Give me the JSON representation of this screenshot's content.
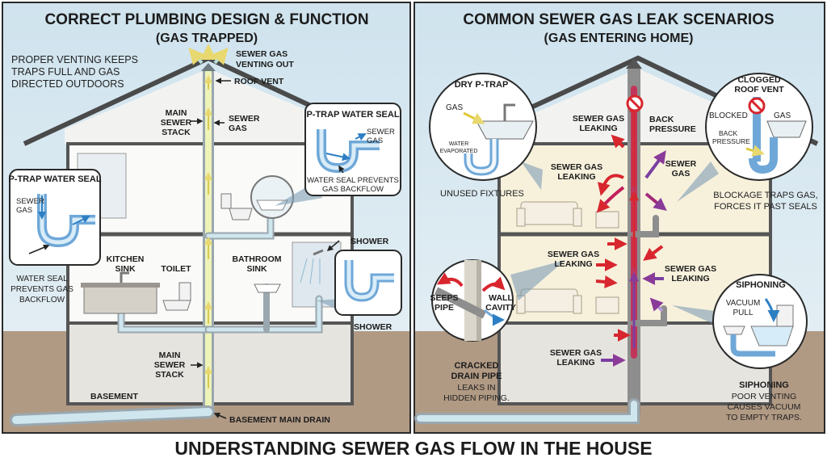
{
  "footer": {
    "title": "UNDERSTANDING SEWER GAS FLOW IN THE HOUSE"
  },
  "left": {
    "title": "CORRECT PLUMBING DESIGN & FUNCTION",
    "subtitle": "(GAS TRAPPED)",
    "intro": [
      "PROPER VENTING KEEPS",
      "TRAPS FULL AND GAS",
      "DIRECTED OUTDOORS"
    ],
    "vent_out": [
      "SEWER GAS",
      "VENTING OUT"
    ],
    "roof_vent": "ROOF VENT",
    "main_stack_top": [
      "MAIN",
      "SEWER",
      "STACK"
    ],
    "sewer_gas": [
      "SEWER",
      "GAS"
    ],
    "ptrap_right": {
      "title": "P-TRAP WATER SEAL",
      "gas": [
        "SEWER",
        "GAS"
      ],
      "caption": [
        "WATER SEAL PREVENTS",
        "GAS BACKFLOW"
      ]
    },
    "ptrap_left": {
      "title": "P-TRAP WATER SEAL",
      "gas": [
        "SEWER",
        "GAS"
      ],
      "caption": [
        "WATER SEAL",
        "PREVENTS GAS",
        "BACKFLOW"
      ]
    },
    "kitchen_sink": [
      "KITCHEN",
      "SINK"
    ],
    "toilet": "TOILET",
    "bathroom_sink": [
      "BATHROOM",
      "SINK"
    ],
    "shower_top": "SHOWER",
    "shower_bottom": "SHOWER",
    "main_stack_bottom": [
      "MAIN",
      "SEWER",
      "STACK"
    ],
    "basement": "BASEMENT",
    "basement_drain": "BASEMENT MAIN DRAIN"
  },
  "right": {
    "title": "COMMON SEWER GAS LEAK SCENARIOS",
    "subtitle": "(GAS ENTERING HOME)",
    "dry_ptrap": {
      "title": "DRY P-TRAP",
      "gas": "GAS",
      "water": [
        "WATER",
        "EVAPORATED"
      ],
      "caption": "UNUSED FIXTURES"
    },
    "back_pressure": [
      "BACK",
      "PRESSURE"
    ],
    "leaking_1": [
      "SEWER GAS",
      "LEAKING"
    ],
    "leaking_2": [
      "SEWER GAS",
      "LEAKING"
    ],
    "sewer_gas": [
      "SEWER",
      "GAS"
    ],
    "leaking_3": [
      "SEWER GAS",
      "LEAKING"
    ],
    "leaking_4": [
      "SEWER GAS",
      "LEAKING"
    ],
    "leaking_5": [
      "SEWER GAS",
      "LEAKING"
    ],
    "clogged_vent": {
      "title": [
        "CLOGGED",
        "ROOF VENT"
      ],
      "blocked": "BLOCKED",
      "gas": "GAS",
      "back": [
        "BACK",
        "PRESSURE"
      ],
      "caption": [
        "BLOCKAGE TRAPS GAS,",
        "FORCES IT PAST SEALS"
      ]
    },
    "cracked": {
      "seeps": [
        "SEEPS",
        "PIPE"
      ],
      "wall": [
        "WALL",
        "CAVITY"
      ],
      "title": [
        "CRACKED",
        "DRAIN PIPE"
      ],
      "caption": [
        "LEAKS IN",
        "HIDDEN PIPING."
      ]
    },
    "siphoning": {
      "title": "SIPHONING",
      "vacuum": [
        "VACUUM",
        "PULL"
      ],
      "title2": "SIPHONING",
      "caption": [
        "POOR VENTING",
        "CAUSES VACUUM",
        "TO EMPTY TRAPS."
      ]
    }
  }
}
